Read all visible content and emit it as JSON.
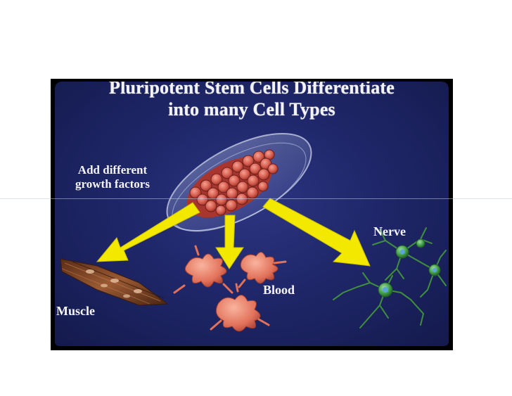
{
  "slide": {
    "title_line1": "Pluripotent Stem Cells Differentiate",
    "title_line2": "into many Cell Types",
    "growth_label_line1": "Add different",
    "growth_label_line2": "growth factors",
    "muscle_label": "Muscle",
    "blood_label": "Blood",
    "nerve_label": "Nerve"
  },
  "colors": {
    "background": "#1f276a",
    "arrow": "#f2e800",
    "cells": "#d95a4e",
    "muscle": "#7a3f22",
    "neuron": "#3f8f3c"
  }
}
